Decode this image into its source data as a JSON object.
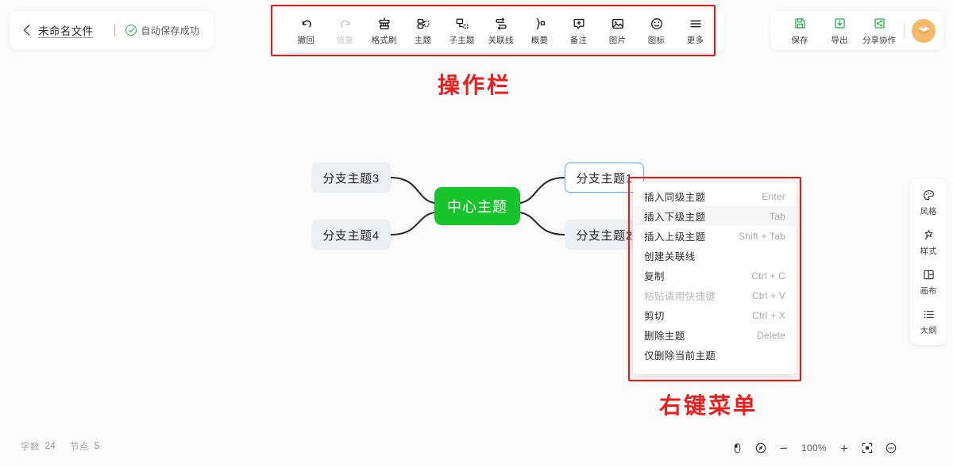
{
  "header": {
    "back_icon": "chevron-left-icon",
    "doc_title": "未命名文件",
    "save_check_icon": "check-circle-icon",
    "save_status": "自动保存成功"
  },
  "toolbar": {
    "items": [
      {
        "label": "撤回",
        "icon": "undo-icon",
        "disabled": false
      },
      {
        "label": "恢复",
        "icon": "redo-icon",
        "disabled": true
      },
      {
        "label": "格式刷",
        "icon": "format-brush-icon",
        "disabled": false
      },
      {
        "label": "主题",
        "icon": "topic-icon",
        "disabled": false
      },
      {
        "label": "子主题",
        "icon": "subtopic-icon",
        "disabled": false
      },
      {
        "label": "关联线",
        "icon": "relation-line-icon",
        "disabled": false
      },
      {
        "label": "概要",
        "icon": "summary-icon",
        "disabled": false
      },
      {
        "label": "备注",
        "icon": "note-icon",
        "disabled": false
      },
      {
        "label": "图片",
        "icon": "image-icon",
        "disabled": false
      },
      {
        "label": "图标",
        "icon": "emoji-icon",
        "disabled": false
      },
      {
        "label": "更多",
        "icon": "menu-more-icon",
        "disabled": false
      }
    ]
  },
  "header_actions": {
    "items": [
      {
        "label": "保存",
        "icon": "save-icon"
      },
      {
        "label": "导出",
        "icon": "export-icon"
      },
      {
        "label": "分享协作",
        "icon": "share-icon"
      }
    ],
    "avatar_icon": "book-avatar-icon"
  },
  "annotations": {
    "toolbar_label": "操作栏",
    "menu_label": "右键菜单",
    "box_color": "#f01616",
    "text_color": "#ee1d1d"
  },
  "mindmap": {
    "center": {
      "text": "中心主题",
      "color": "#18c42c",
      "text_color": "#ffffff"
    },
    "branches": [
      {
        "id": "b3",
        "text": "分支主题3",
        "selected": false
      },
      {
        "id": "b4",
        "text": "分支主题4",
        "selected": false
      },
      {
        "id": "b1",
        "text": "分支主题1",
        "selected": true
      },
      {
        "id": "b2",
        "text": "分支主题2",
        "selected": false
      }
    ],
    "branch_bg": "#eceff3",
    "selected_border": "#63b3f5"
  },
  "context_menu": {
    "items": [
      {
        "label": "插入同级主题",
        "shortcut": "Enter",
        "disabled": false,
        "hovered": false
      },
      {
        "label": "插入下级主题",
        "shortcut": "Tab",
        "disabled": false,
        "hovered": true
      },
      {
        "label": "插入上级主题",
        "shortcut": "Shift + Tab",
        "disabled": false,
        "hovered": false
      },
      {
        "label": "创建关联线",
        "shortcut": "",
        "disabled": false,
        "hovered": false
      },
      {
        "label": "复制",
        "shortcut": "Ctrl + C",
        "disabled": false,
        "hovered": false
      },
      {
        "label": "粘贴请用快捷键",
        "shortcut": "Ctrl + V",
        "disabled": true,
        "hovered": false
      },
      {
        "label": "剪切",
        "shortcut": "Ctrl + X",
        "disabled": false,
        "hovered": false
      },
      {
        "label": "删除主题",
        "shortcut": "Delete",
        "disabled": false,
        "hovered": false
      },
      {
        "label": "仅删除当前主题",
        "shortcut": "",
        "disabled": false,
        "hovered": false
      }
    ]
  },
  "side_panel": {
    "items": [
      {
        "label": "风格",
        "icon": "palette-icon"
      },
      {
        "label": "样式",
        "icon": "magic-wand-icon"
      },
      {
        "label": "画布",
        "icon": "canvas-layout-icon"
      },
      {
        "label": "大纲",
        "icon": "outline-list-icon"
      }
    ]
  },
  "status_bar": {
    "words_label": "字数",
    "words_value": "24",
    "nodes_label": "节点",
    "nodes_value": "5",
    "mouse_icon": "mouse-pointer-icon",
    "navigator_icon": "navigator-icon",
    "zoom_out": "−",
    "zoom_value": "100%",
    "zoom_in": "+",
    "fit_icon": "fit-screen-icon",
    "more_icon": "more-dots-icon"
  }
}
